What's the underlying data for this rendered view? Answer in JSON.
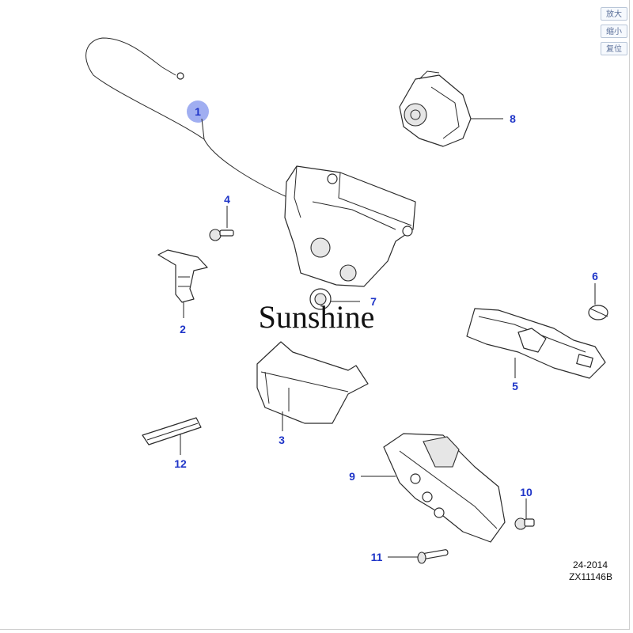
{
  "controls": {
    "zoom_in": "放大",
    "zoom_out": "缩小",
    "reset": "复位"
  },
  "callouts": [
    "1",
    "2",
    "3",
    "4",
    "5",
    "6",
    "7",
    "8",
    "9",
    "10",
    "11",
    "12"
  ],
  "selected_callout": "1",
  "accent_color": "#1f35c8",
  "highlight_color": "#8fa0ee",
  "watermark": "Sunshine",
  "footer": {
    "date_code": "24-2014",
    "drawing_id": "ZX11146B"
  }
}
